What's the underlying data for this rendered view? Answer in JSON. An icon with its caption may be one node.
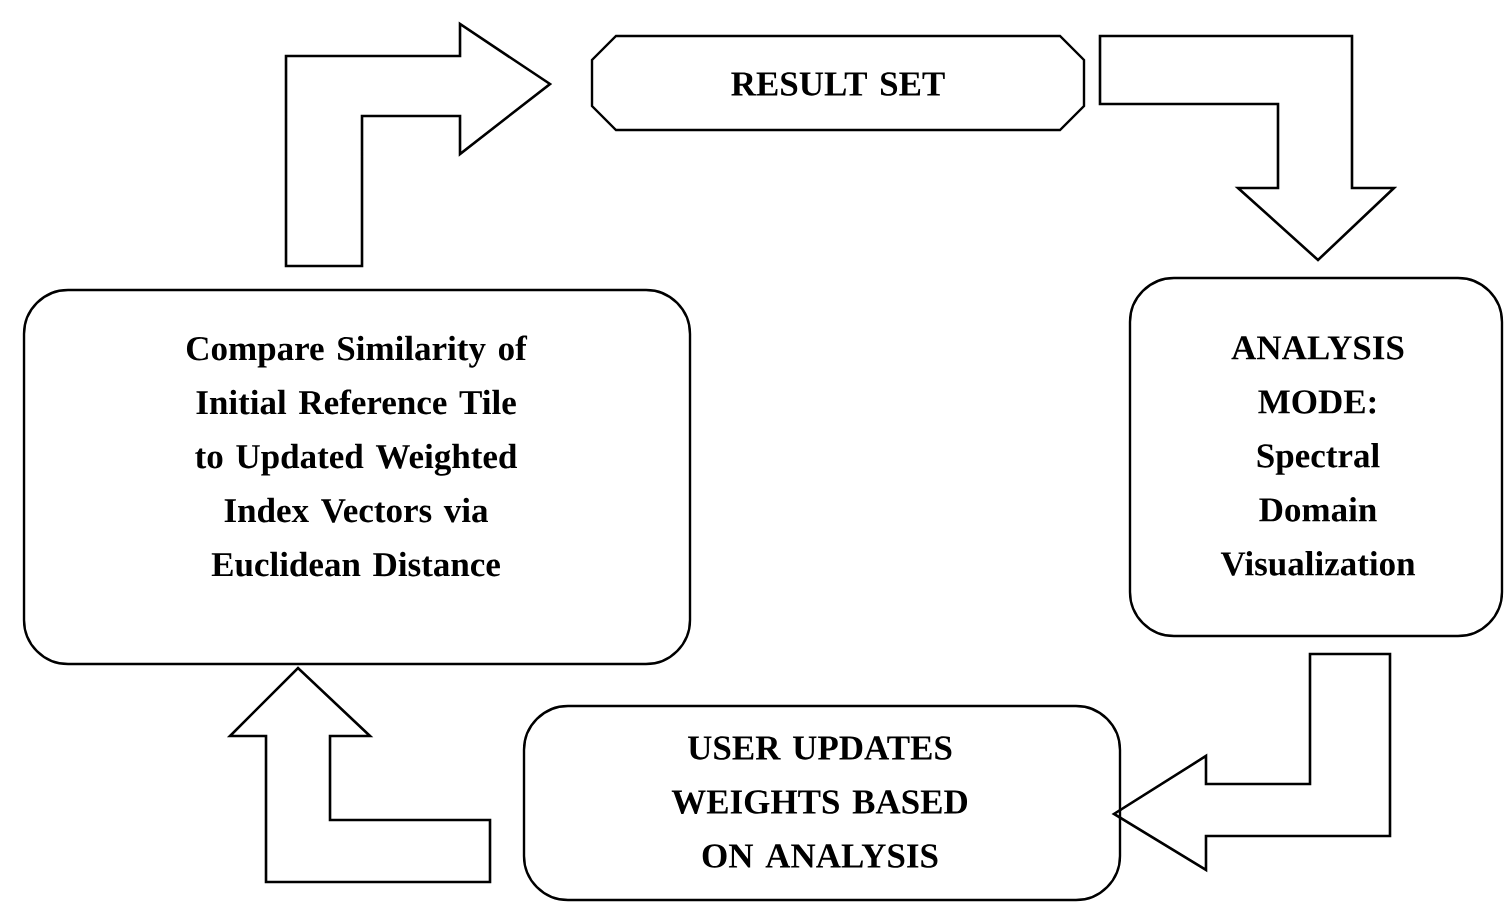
{
  "diagram": {
    "nodes": [
      {
        "text": [
          "RESULT SET"
        ]
      },
      {
        "text": [
          "ANALYSIS MODE: Spectral Domain Visualization"
        ]
      },
      {
        "text": [
          "USER UPDATES WEIGHTS BASED ON ANALYSIS"
        ]
      },
      {
        "text": [
          "Compare Similarity of Initial Reference Tile to Updated Weighted Index Vectors via Euclidean Distance"
        ]
      }
    ],
    "edges": [
      {
        "from": 3,
        "to": 0,
        "arrow": "to"
      },
      {
        "from": 0,
        "to": 1,
        "arrow": "to"
      },
      {
        "from": 1,
        "to": 2,
        "arrow": "to"
      },
      {
        "from": 2,
        "to": 3,
        "arrow": "to"
      }
    ]
  }
}
